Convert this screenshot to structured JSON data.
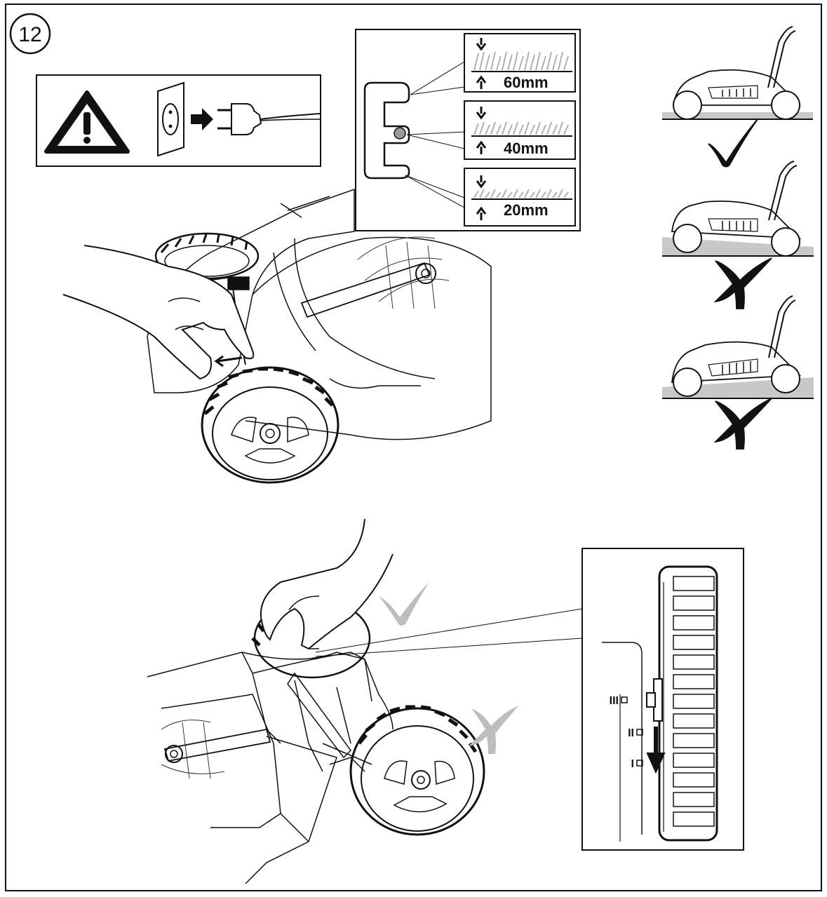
{
  "step": {
    "number": "12"
  },
  "warning": {
    "icon": "warning-triangle-icon",
    "plug_icon": "unplug-icon"
  },
  "height_settings": [
    {
      "label": "60mm"
    },
    {
      "label": "40mm"
    },
    {
      "label": "20mm"
    }
  ],
  "wheel_scale": {
    "marks": [
      "III",
      "II",
      "I"
    ]
  },
  "colors": {
    "ink": "#111111",
    "correct_light": "#bdbdbd",
    "ground": "#c8c8c8"
  }
}
